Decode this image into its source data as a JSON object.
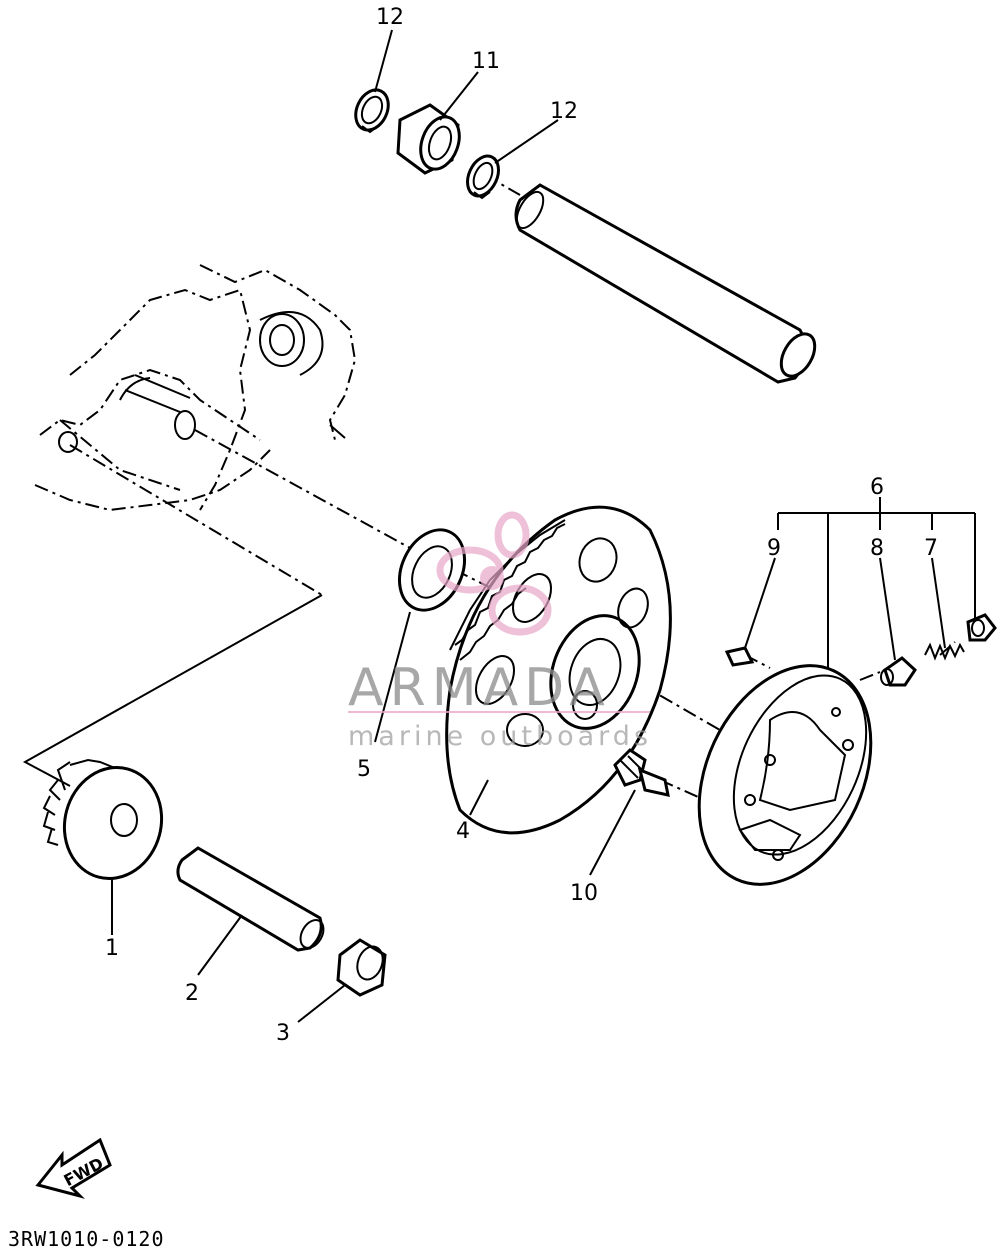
{
  "callouts": {
    "p1": "1",
    "p2": "2",
    "p3": "3",
    "p4": "4",
    "p5": "5",
    "p6": "6",
    "p7": "7",
    "p8": "8",
    "p9": "9",
    "p10": "10",
    "p11": "11",
    "p12a": "12",
    "p12b": "12"
  },
  "watermark": {
    "title": "ARMADA",
    "subtitle": "marine outboards",
    "logo_color": "#e8a7c8"
  },
  "fwd_label": "FWD",
  "diagram_code": "3RW1010-0120",
  "colors": {
    "line": "#000000",
    "background": "#ffffff",
    "watermark_text": "#8a8a8a",
    "watermark_logo": "#e8a7c8"
  }
}
